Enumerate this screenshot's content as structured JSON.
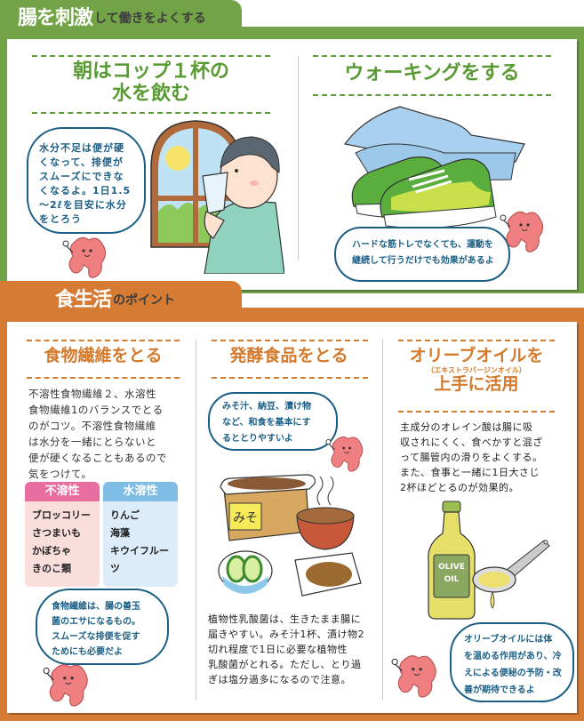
{
  "section1": {
    "tab_main": "腸を刺激",
    "tab_sub": "して働きをよくする",
    "color": "#72a346",
    "card_water": {
      "title_line1": "朝はコップ１杯の",
      "title_line2": "水を飲む",
      "bubble": [
        "水分不足は便が硬",
        "くなって、排便が",
        "スムーズにできな",
        "くなるよ。1日1.5",
        "〜2ℓを目安に水分",
        "をとろう"
      ]
    },
    "card_walking": {
      "title": "ウォーキングをする",
      "bubble": [
        "ハードな筋トレでなくても、運動を",
        "継続して行うだけでも効果があるよ"
      ]
    }
  },
  "section2": {
    "tab_main": "食生活",
    "tab_sub": "のポイント",
    "color": "#d57b33",
    "card_fiber": {
      "title": "食物繊維をとる",
      "body": [
        "不溶性食物繊維２、水溶性",
        "食物繊維1のバランスでとる",
        "のがコツ。不溶性食物繊維",
        "は水分を一緒にとらないと",
        "便が硬くなることもあるので",
        "気をつけて。"
      ],
      "table": {
        "insoluble": {
          "header": "不溶性",
          "items": [
            "ブロッコリー",
            "さつまいも",
            "かぼちゃ",
            "きのこ類"
          ]
        },
        "soluble": {
          "header": "水溶性",
          "items": [
            "りんご",
            "海藻",
            "キウイフルーツ"
          ]
        }
      },
      "bubble": [
        "食物繊維は、腸の善玉",
        "菌のエサになるもの。",
        "スムーズな排便を促す",
        "ためにも必要だよ"
      ]
    },
    "card_fermented": {
      "title": "発酵食品をとる",
      "bubble": [
        "みそ汁、納豆、漬け物",
        "など、和食を基本にす",
        "るととりやすいよ"
      ],
      "miso_label": "みそ",
      "body": [
        "植物性乳酸菌は、生きたまま腸に",
        "届きやすい。みそ汁1杯、漬け物2",
        "切れ程度で1日に必要な植物性",
        "乳酸菌がとれる。ただし、とり過",
        "ぎは塩分過多になるので注意。"
      ]
    },
    "card_olive": {
      "title_line1": "オリーブオイルを",
      "title_note": "（エキストラバージンオイル）",
      "title_line2": "上手に活用",
      "body": [
        "主成分のオレイン酸は腸に吸",
        "収されにくく、食べかすと混ざ",
        "って腸管内の滑りをよくする。",
        "また、食事と一緒に1日大さじ",
        "2杯ほどとるのが効果的。"
      ],
      "bottle_label_1": "OLIVE",
      "bottle_label_2": "OIL",
      "bubble": [
        "オリーブオイルには体",
        "を温める作用があり、冷",
        "えによる便秘の予防・改",
        "善が期待できるよ"
      ]
    }
  }
}
